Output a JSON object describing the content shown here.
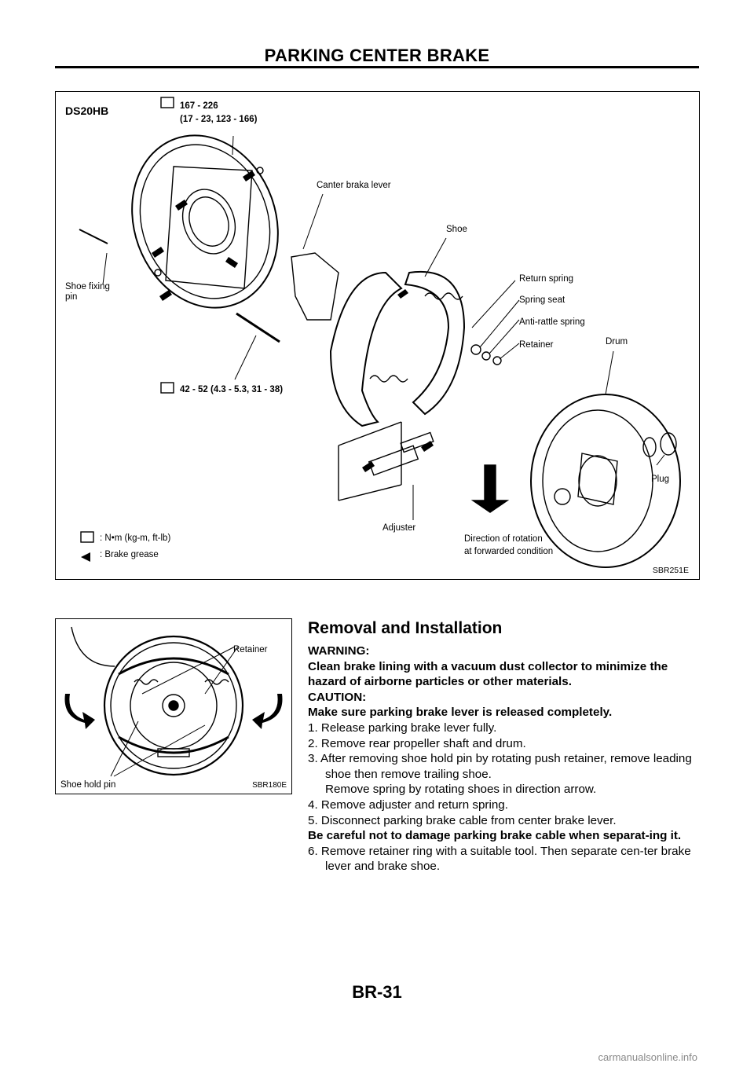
{
  "header": {
    "title": "PARKING CENTER BRAKE"
  },
  "figure1": {
    "model": "DS20HB",
    "torque_top_line1": "167 - 226",
    "torque_top_line2": "(17 - 23, 123 - 166)",
    "torque_bottom": "42 - 52 (4.3 - 5.3, 31 - 38)",
    "labels": {
      "center_lever": "Canter braka lever",
      "shoe": "Shoe",
      "shoe_fixing_pin_1": "Shoe fixing",
      "shoe_fixing_pin_2": "pin",
      "return_spring": "Return spring",
      "spring_seat": "Spring seat",
      "anti_rattle": "Anti-rattle spring",
      "retainer": "Retainer",
      "drum": "Drum",
      "plug": "Plug",
      "adjuster": "Adjuster",
      "direction_1": "Direction of rotation",
      "direction_2": "at forwarded condition"
    },
    "legend": {
      "torque_units": ": N•m (kg-m, ft-lb)",
      "grease": ": Brake grease"
    },
    "code": "SBR251E"
  },
  "figure2": {
    "retainer": "Retainer",
    "shoe_hold_pin": "Shoe hold pin",
    "code": "SBR180E"
  },
  "section": {
    "title": "Removal and Installation",
    "warning_head": "WARNING:",
    "warning_text": "Clean brake lining with a vacuum dust collector to minimize the hazard of airborne particles or other materials.",
    "caution_head": "CAUTION:",
    "caution_text": "Make sure parking brake lever is released completely.",
    "step1": "1. Release parking brake lever fully.",
    "step2": "2. Remove rear propeller shaft and drum.",
    "step3": "3. After removing shoe hold pin by rotating push retainer, remove leading shoe then remove trailing shoe.",
    "step3b": "Remove spring by rotating shoes in direction arrow.",
    "step4": "4. Remove adjuster and return spring.",
    "step5": "5. Disconnect parking brake cable from center brake lever.",
    "note": "Be careful not to damage parking brake cable when separat-ing it.",
    "step6": "6. Remove retainer ring with a suitable tool. Then separate cen-ter brake lever and brake shoe."
  },
  "footer": {
    "page": "BR-31",
    "watermark": "carmanualsonline.info"
  },
  "colors": {
    "ink": "#000000",
    "watermark": "#8a8a8a"
  }
}
